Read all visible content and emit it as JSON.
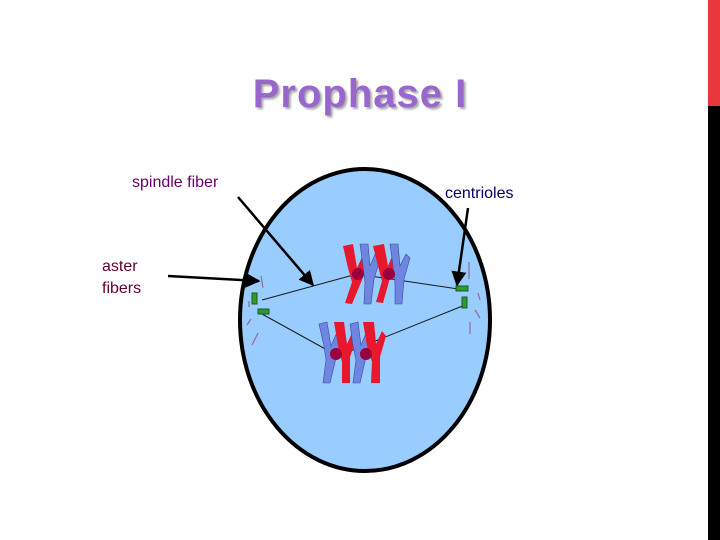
{
  "slide": {
    "title": "Prophase I",
    "accent_colors": {
      "sidebar": "#000000",
      "sidebar_accent": "#e8383d",
      "title": "#9966cc",
      "cell_fill": "#99ccff",
      "chromosome_red": "#e8182c",
      "chromosome_blue": "#6f86e0",
      "centromere": "#99003d",
      "centriole": "#2e9933"
    }
  },
  "labels": {
    "spindle_fiber": "spindle fiber",
    "aster_line1": "aster",
    "aster_line2": "fibers",
    "centrioles": "centrioles"
  },
  "icons": [
    "arrow-icon",
    "centriole-icon",
    "chromosome-icon"
  ]
}
